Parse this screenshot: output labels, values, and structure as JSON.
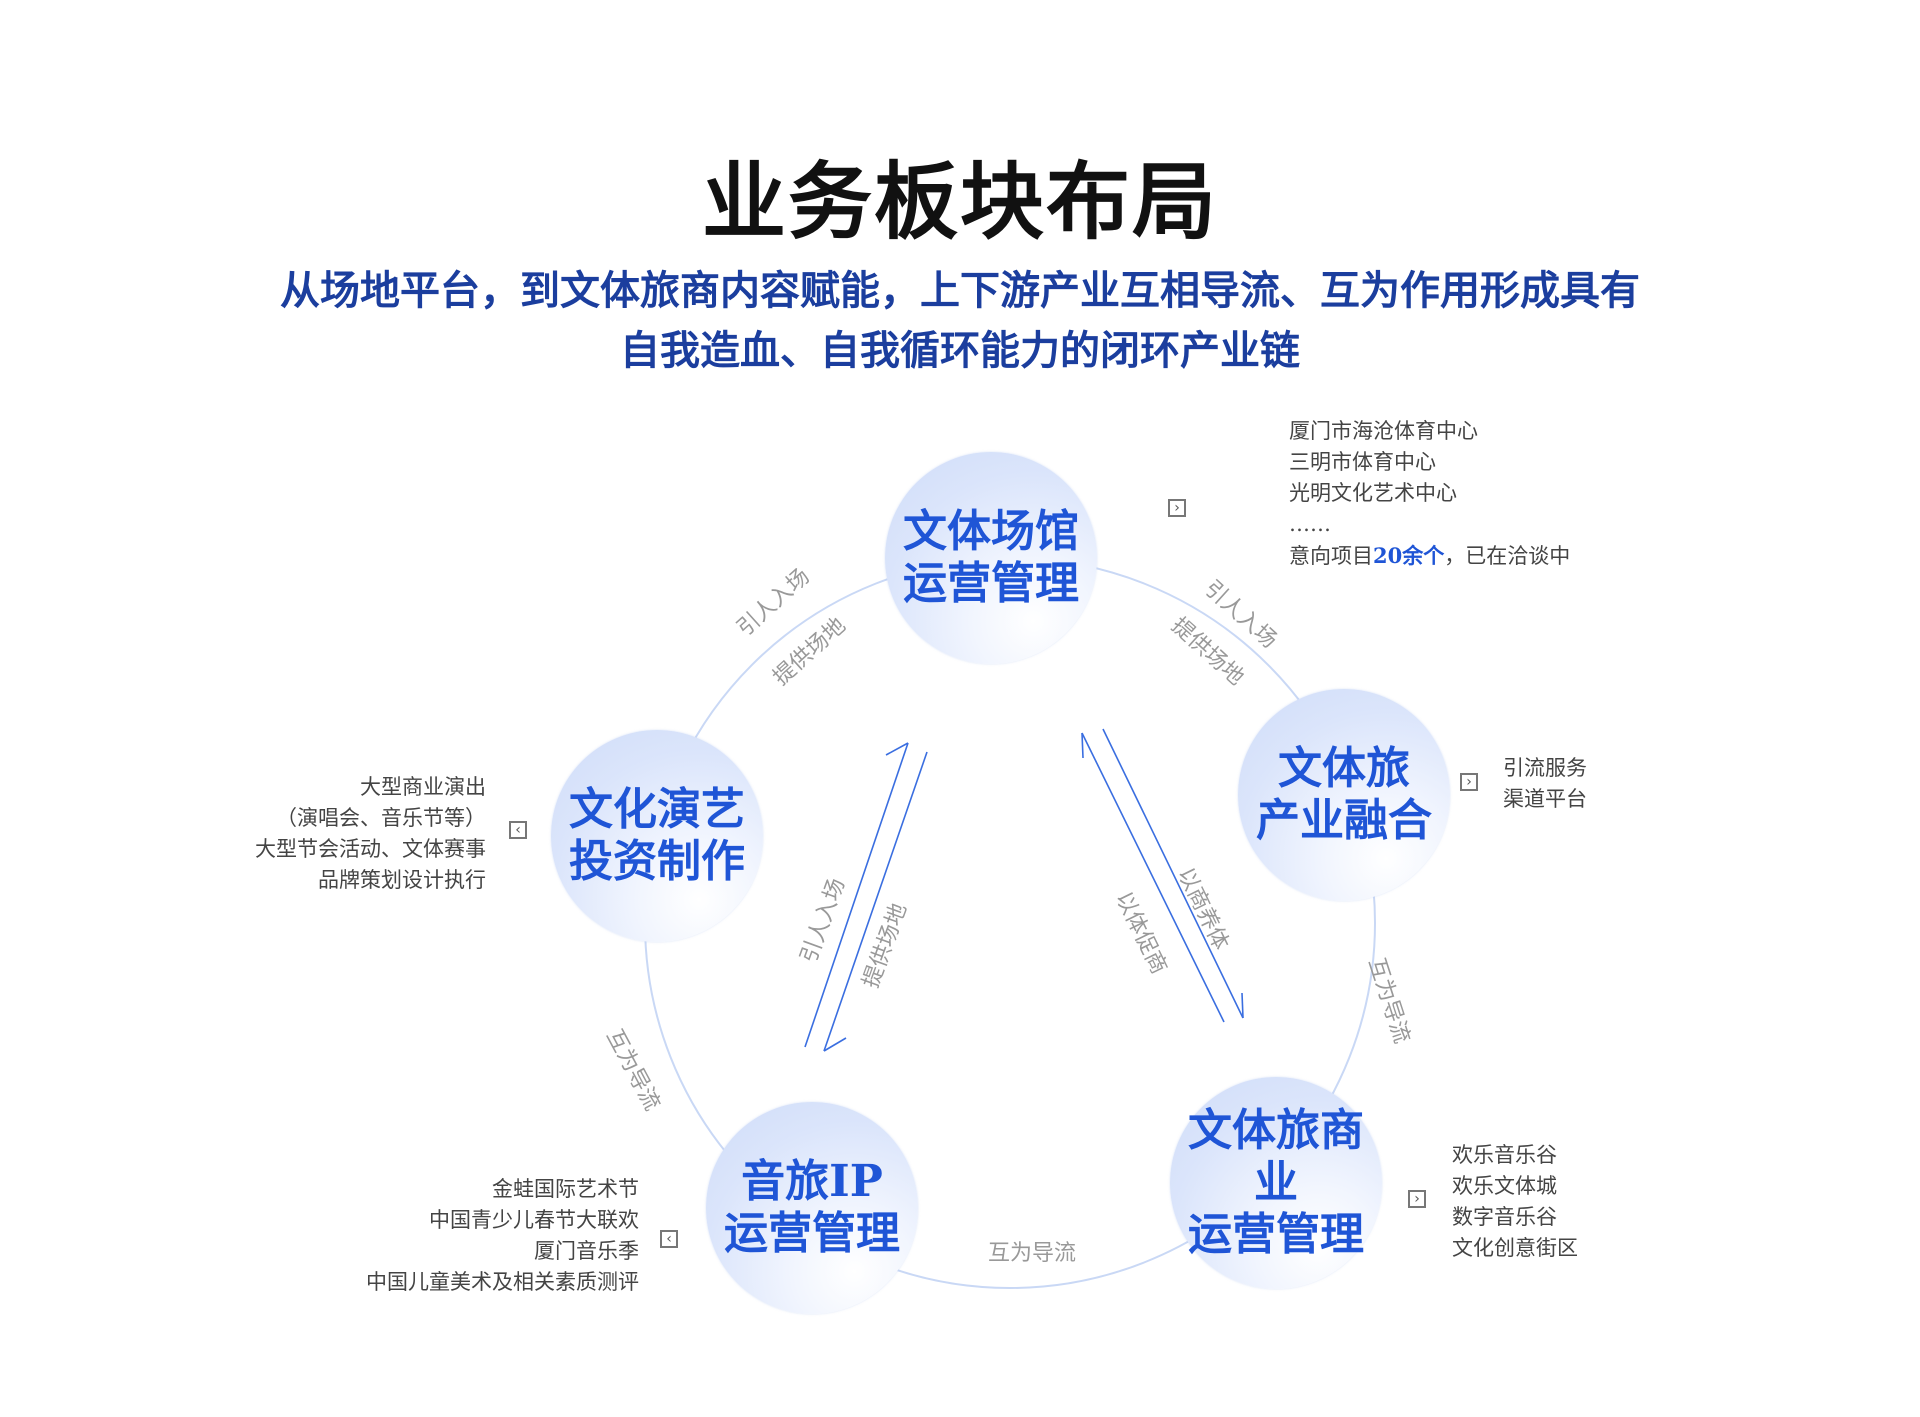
{
  "title": "业务板块布局",
  "subtitle": [
    "从场地平台，到文体旅商内容赋能，上下游产业互相导流、互为作用形成具有",
    "自我造血、自我循环能力的闭环产业链"
  ],
  "nodes": {
    "venue": {
      "line1": "文体场馆",
      "line2": "运营管理"
    },
    "industry": {
      "line1": "文体旅",
      "line2": "产业融合"
    },
    "performance": {
      "line1": "文化演艺",
      "line2": "投资制作"
    },
    "music": {
      "line1": "音旅IP",
      "line2": "运营管理"
    },
    "commerce": {
      "line1": "文体旅商业",
      "line2": "运营管理"
    }
  },
  "lists": {
    "venue": [
      "厦门市海沧体育中心",
      "三明市体育中心",
      "光明文化艺术中心",
      "……"
    ],
    "venue_last": {
      "prefix": "意向项目",
      "highlight": "20余个",
      "suffix": "，已在洽谈中"
    },
    "industry": [
      "引流服务",
      "渠道平台"
    ],
    "performance": [
      "大型商业演出",
      "（演唱会、音乐节等）",
      "大型节会活动、文体赛事",
      "品牌策划设计执行"
    ],
    "music": [
      "金蛙国际艺术节",
      "中国青少儿春节大联欢",
      "厦门音乐季",
      "中国儿童美术及相关素质测评"
    ],
    "commerce": [
      "欢乐音乐谷",
      "欢乐文体城",
      "数字音乐谷",
      "文化创意街区"
    ]
  },
  "edge_labels": {
    "bring_in": "引人入场",
    "provide_venue": "提供场地",
    "mutual_flow": "互为导流",
    "commerce_feeds_sports": "以商养体",
    "sports_drives_commerce": "以体促商"
  },
  "arrow_boxes": {
    "right": "›",
    "left": "‹"
  },
  "colors": {
    "accent": "#1f55d6",
    "subtitle": "#1b3e9e",
    "ring": "#c9d8f5",
    "arrow": "#3a6ee0"
  }
}
